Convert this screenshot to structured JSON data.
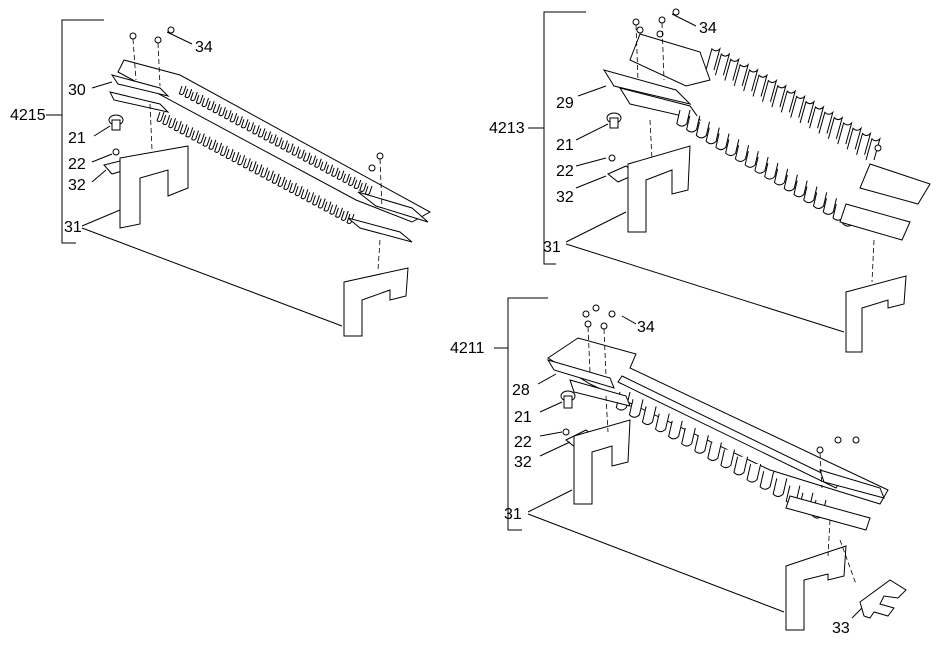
{
  "assemblies": [
    {
      "id": "4215",
      "parts": [
        "34",
        "30",
        "21",
        "22",
        "32",
        "31"
      ]
    },
    {
      "id": "4213",
      "parts": [
        "34",
        "29",
        "21",
        "22",
        "32",
        "31"
      ]
    },
    {
      "id": "4211",
      "parts": [
        "34",
        "28",
        "21",
        "22",
        "32",
        "31",
        "33"
      ]
    }
  ],
  "labels": {
    "a4215": "4215",
    "a4213": "4213",
    "a4211": "4211",
    "p34a": "34",
    "p30": "30",
    "p21a": "21",
    "p22a": "22",
    "p32a": "32",
    "p31a": "31",
    "p34b": "34",
    "p29": "29",
    "p21b": "21",
    "p22b": "22",
    "p32b": "32",
    "p31b": "31",
    "p34c": "34",
    "p28": "28",
    "p21c": "21",
    "p22c": "22",
    "p32c": "32",
    "p31c": "31",
    "p33": "33"
  }
}
